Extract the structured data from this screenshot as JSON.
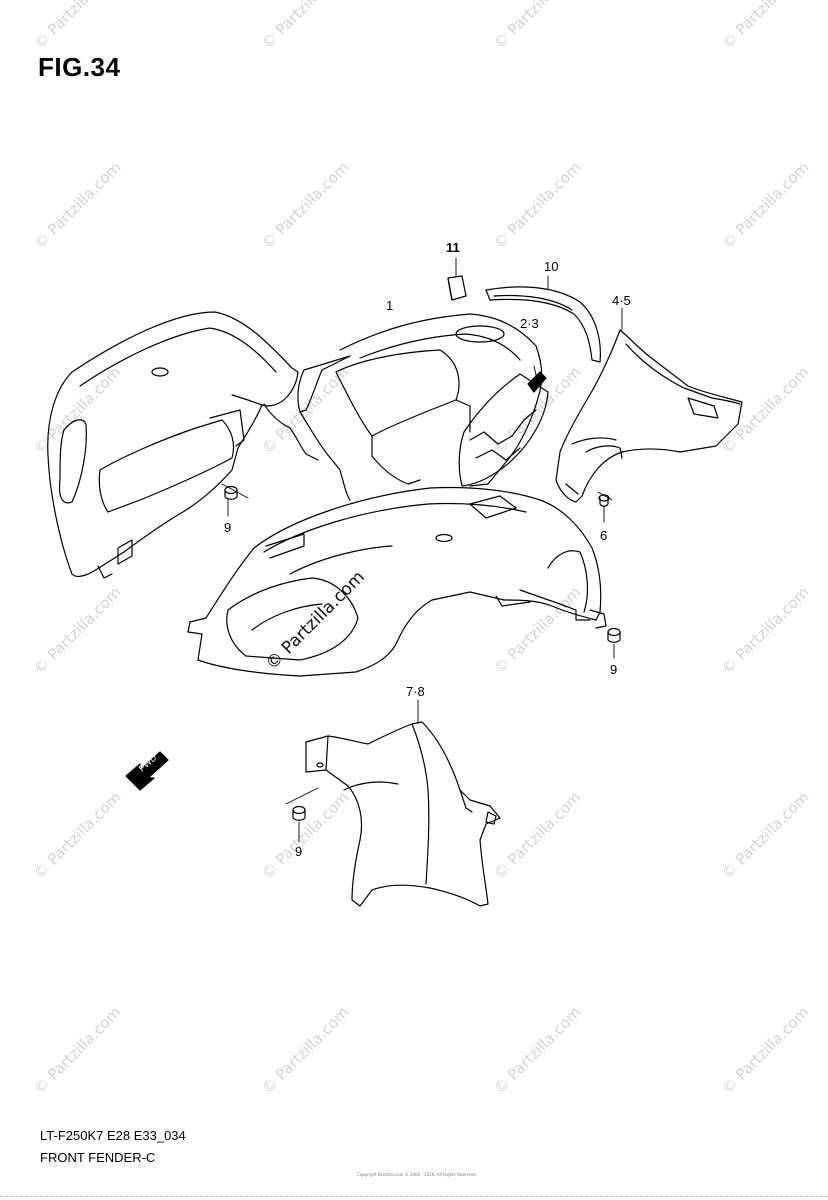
{
  "figure": {
    "title": "FIG.34",
    "code": "LT-F250K7 E28 E33_034",
    "name": "FRONT FENDER-C",
    "copyright": "Copyright\nPartzilla.com © 2004 - 2016. All Rights Reserved."
  },
  "watermark": {
    "text": "© Partzilla.com",
    "overlay_text": "© Partzilla.com"
  },
  "callouts": {
    "c1": "1",
    "c11": "11",
    "c10": "10",
    "c23": "2·3",
    "c45": "4·5",
    "c6": "6",
    "c9a": "9",
    "c9b": "9",
    "c9c": "9",
    "c78": "7·8"
  },
  "fwd_label": "FWD",
  "colors": {
    "line": "#000000",
    "watermark": "#d4d4d4",
    "background": "#ffffff"
  }
}
